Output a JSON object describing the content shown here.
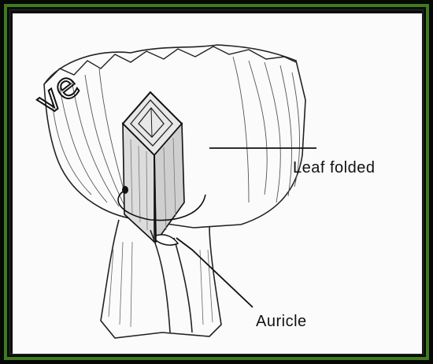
{
  "diagram": {
    "labels": {
      "leaf_folded": "Leaf folded",
      "auricle": "Auricle"
    },
    "watermark": "ve"
  },
  "colors": {
    "frame_green": "#3f7a1e",
    "ink": "#111111",
    "paper": "#fbfbfb"
  }
}
